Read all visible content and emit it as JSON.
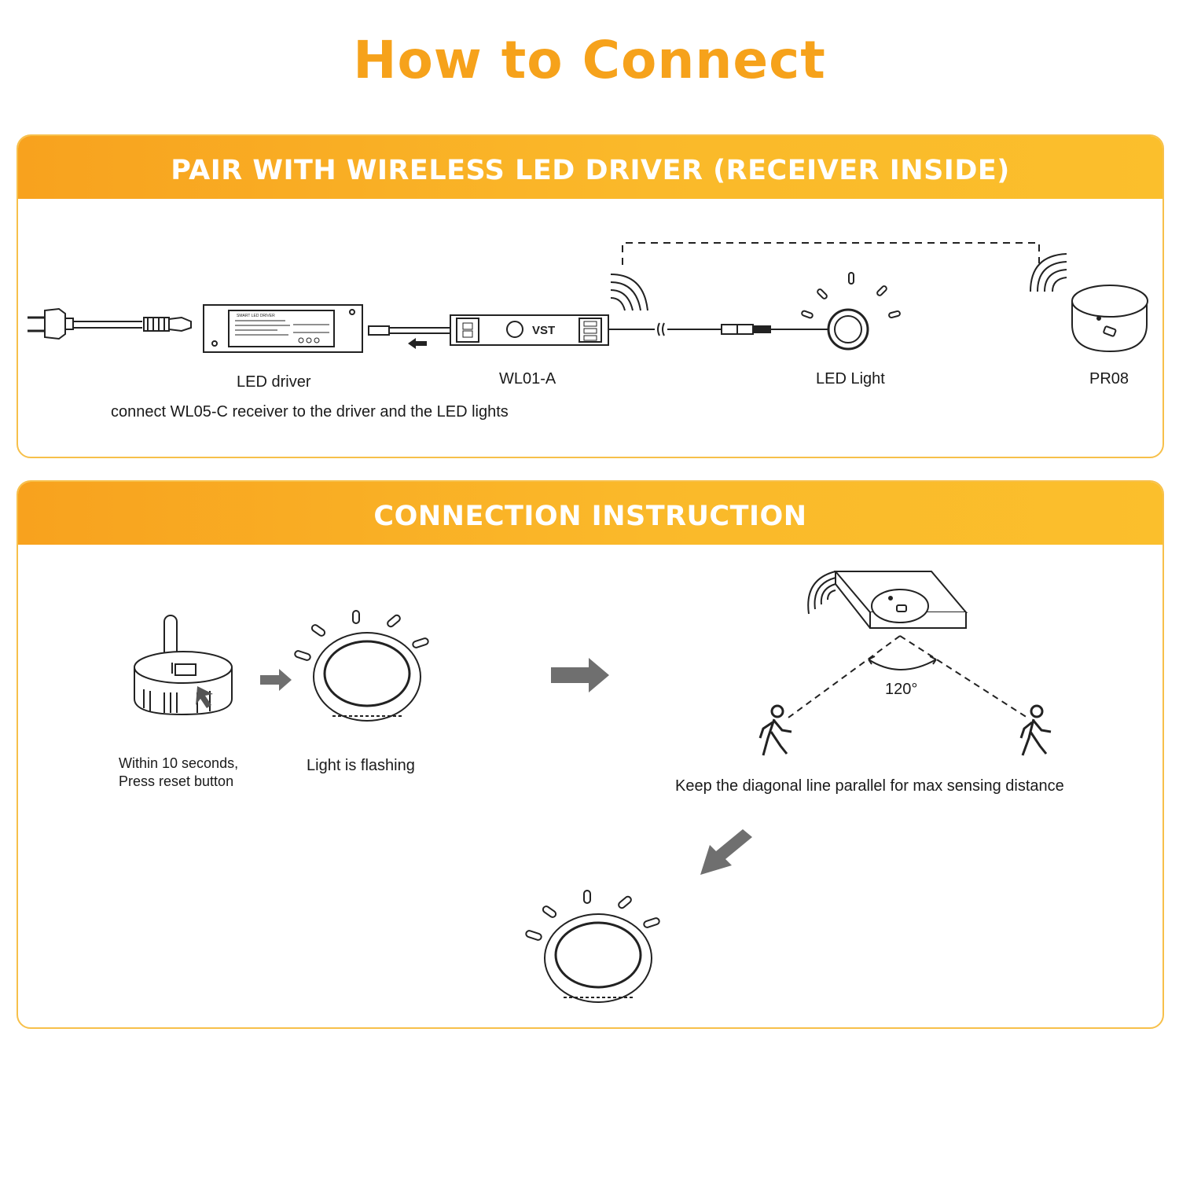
{
  "title": "How to Connect",
  "colors": {
    "accent": "#f6a21b",
    "header_gradient_start": "#f8a21e",
    "header_gradient_end": "#fbbf2c",
    "border": "#f7c04a",
    "arrow": "#6f6f6f"
  },
  "pair_section": {
    "header": "PAIR WITH WIRELESS LED DRIVER (RECEIVER INSIDE)",
    "labels": {
      "driver": "LED driver",
      "controller": "WL01-A",
      "light": "LED Light",
      "sensor": "PR08"
    },
    "caption": "connect WL05-C receiver to the driver and the LED lights",
    "controller_brand": "VST",
    "driver_plate_text": "SMART LED DRIVER"
  },
  "instruction_section": {
    "header": "CONNECTION INSTRUCTION",
    "step1": {
      "line1": "Within 10 seconds,",
      "line2": "Press reset button"
    },
    "step2": "Light is flashing",
    "angle": "120°",
    "step3": "Keep the diagonal line parallel for max sensing distance"
  }
}
